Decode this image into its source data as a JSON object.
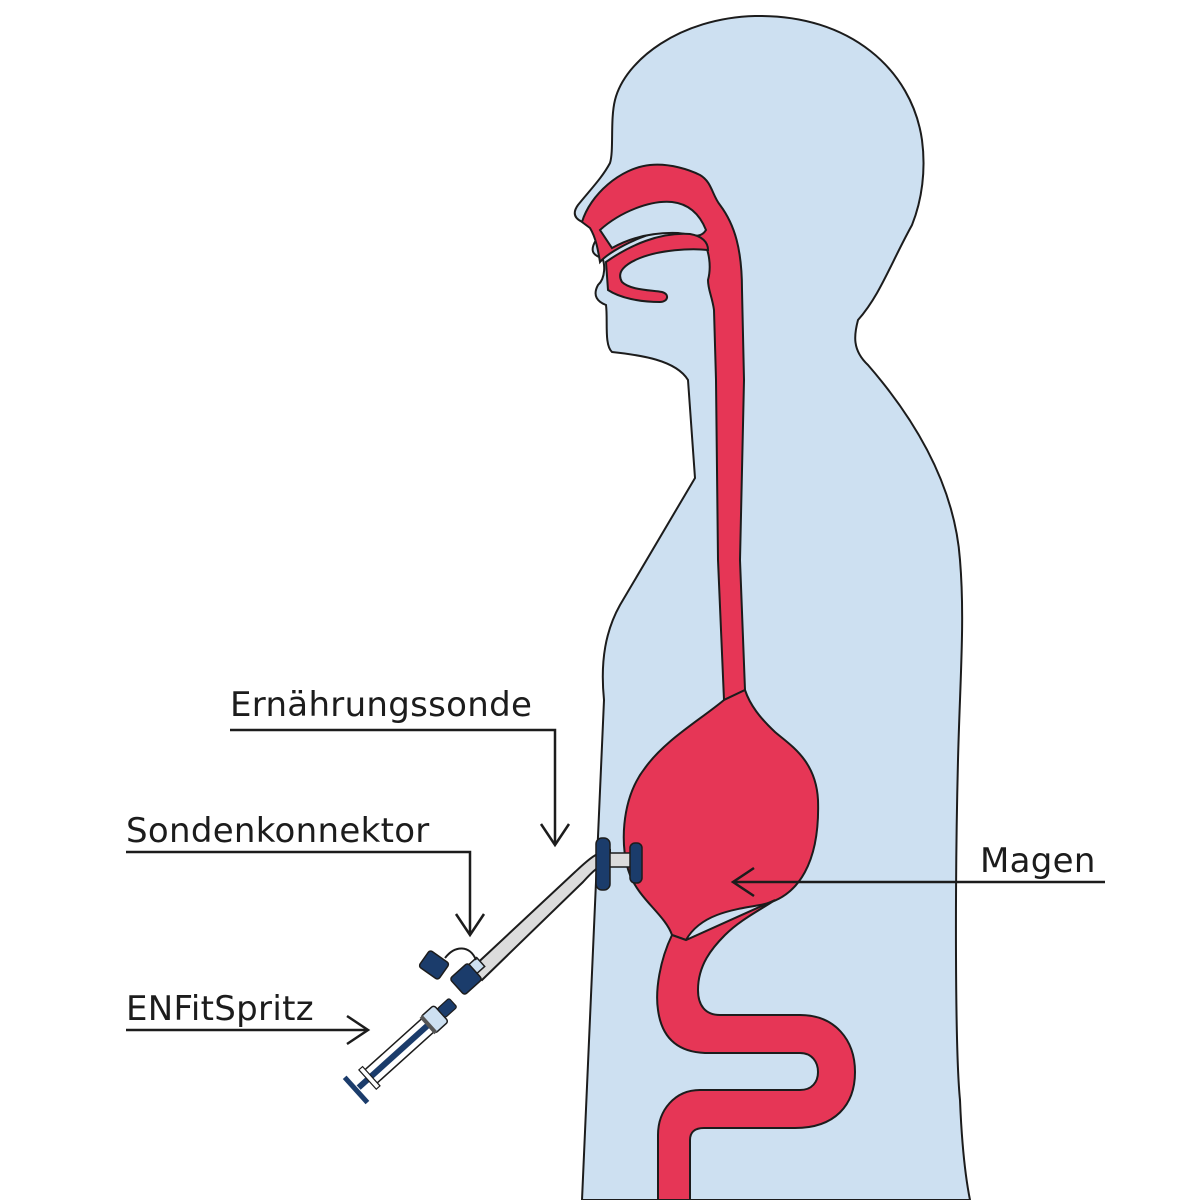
{
  "diagram": {
    "type": "anatomical-illustration",
    "subject": "PEG feeding tube into stomach, side view of human upper body",
    "colors": {
      "body_fill": "#cde0f1",
      "digestive_tract": "#e63656",
      "outline": "#1c1c1c",
      "connector_navy": "#1b3c6b",
      "tube_grey": "#dcdcdc",
      "light_blue_part": "#cde0f1",
      "background": "#ffffff"
    }
  },
  "labels": {
    "feeding_tube": "Ernährungssonde",
    "tube_connector": "Sondenkonnektor",
    "syringe": "ENFitSpritz",
    "stomach": "Magen"
  }
}
